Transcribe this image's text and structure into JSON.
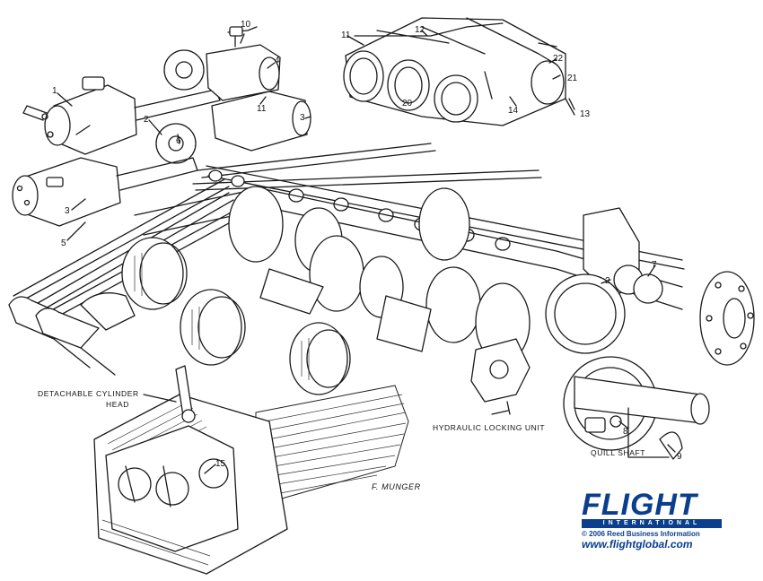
{
  "callouts": {
    "n1": "1",
    "n2": "2",
    "n3a": "3",
    "n3b": "3",
    "n4": "4",
    "n5": "5",
    "n6": "6",
    "n7": "7",
    "n8": "8",
    "n9": "9",
    "n10": "10",
    "n11a": "11",
    "n11b": "11",
    "n12": "12",
    "n13": "13",
    "n14": "14",
    "n15": "15",
    "n20": "20",
    "n21": "21",
    "n22": "22",
    "n2b": "2"
  },
  "captions": {
    "cylinder_head_line1": "DETACHABLE CYLINDER",
    "cylinder_head_line2": "HEAD",
    "hydraulic_locking_unit": "HYDRAULIC LOCKING UNIT",
    "quill_shaft": "QUILL SHAFT",
    "artist_signature": "F. MUNGER"
  },
  "logo": {
    "wordmark": "FLIGHT",
    "subline": "INTERNATIONAL",
    "copyright": "© 2006 Reed Business Information",
    "url": "www.flightglobal.com"
  },
  "colors": {
    "ink": "#1a1a1a",
    "brand": "#0b3e8c",
    "paper": "#ffffff"
  }
}
